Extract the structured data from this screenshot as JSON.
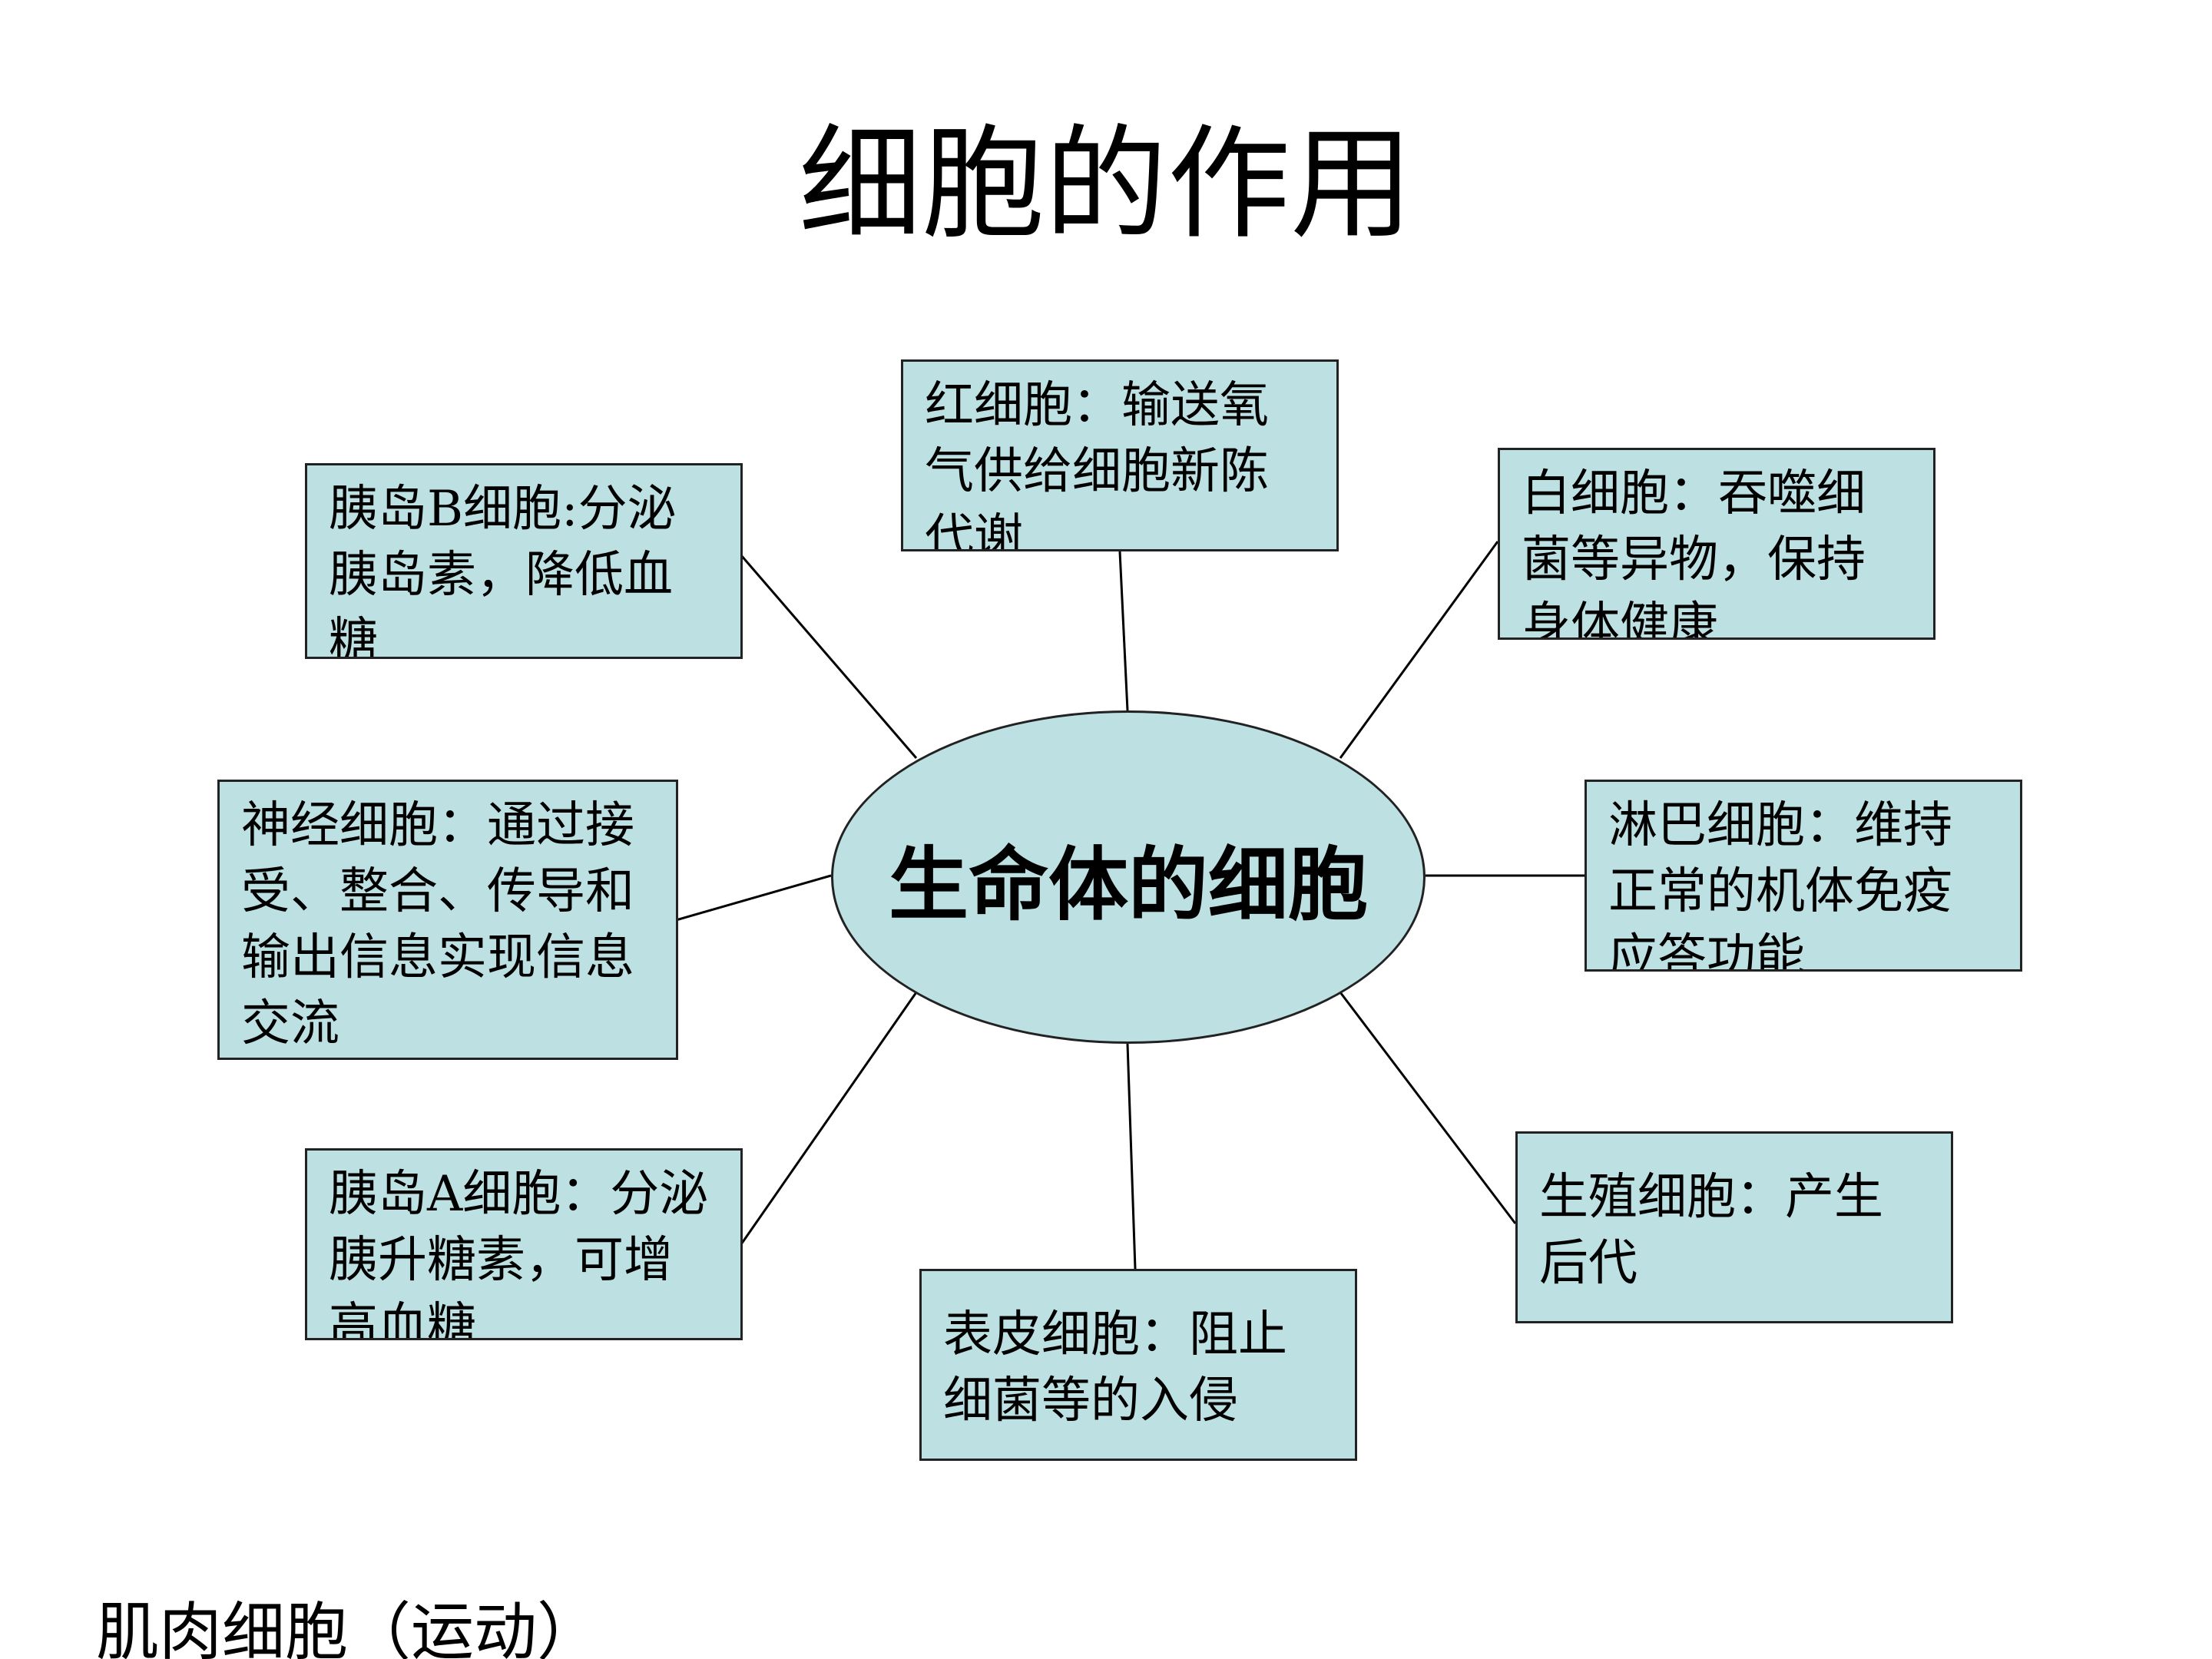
{
  "slide": {
    "title": "细胞的作用",
    "footer_text": "肌肉细胞（运动）"
  },
  "diagram": {
    "center_label": "生命体的细胞",
    "nodes": [
      {
        "id": "red-blood-cell",
        "text": "红细胞：输送氧气供给细胞新陈代谢"
      },
      {
        "id": "white-blood-cell",
        "text": "白细胞：吞噬细菌等异物，保持身体健康"
      },
      {
        "id": "lymphocyte",
        "text": "淋巴细胞：维持正常的机体免疫应答功能"
      },
      {
        "id": "germ-cell",
        "text": "生殖细胞：产生后代"
      },
      {
        "id": "epidermal-cell",
        "text": "表皮细胞：阻止细菌等的入侵"
      },
      {
        "id": "islet-a-cell",
        "text": "胰岛A细胞：分泌胰升糖素，可增高血糖"
      },
      {
        "id": "nerve-cell",
        "text": "神经细胞：通过接受、整合、传导和输出信息实现信息交流"
      },
      {
        "id": "islet-b-cell",
        "text": "胰岛B细胞:分泌胰岛素，降低血糖"
      }
    ],
    "colors": {
      "box_fill": "#bde0e3",
      "border": "#222222",
      "line": "#000000"
    }
  }
}
